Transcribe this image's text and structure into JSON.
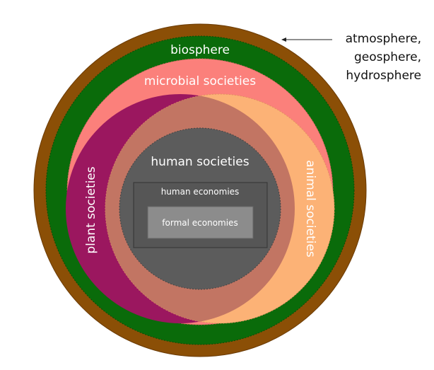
{
  "diagram": {
    "outer_label": [
      "atmosphere,",
      "geosphere,",
      "hydrosphere"
    ],
    "biosphere": "biosphere",
    "microbial": "microbial societies",
    "plant": "plant societies",
    "animal": "animal societies",
    "human_societies": "human societies",
    "human_economies": "human economies",
    "formal_economies": "formal economies"
  },
  "colors": {
    "geosphere": "#8b4f06",
    "biosphere": "#0a6b0a",
    "microbial": "#fb807b",
    "plant": "#9b175f",
    "animal": "#fcb276",
    "overlap": "#c27563",
    "human_societies": "#5c5c5c",
    "human_economies": "#565656",
    "formal_economies": "#8c8c8c"
  }
}
